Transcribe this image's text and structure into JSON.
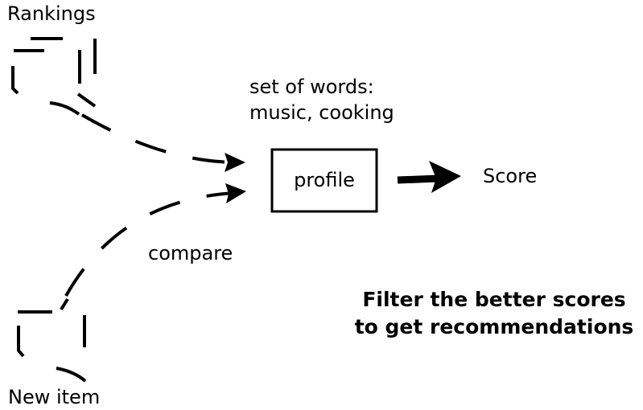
{
  "diagram": {
    "nodes": {
      "rankings": {
        "label": "Rankings"
      },
      "new_item": {
        "label": "New item"
      },
      "profile": {
        "label": "profile"
      },
      "score": {
        "label": "Score"
      }
    },
    "profile_description": {
      "line1": "set of words:",
      "line2": "music, cooking"
    },
    "edge_label": "compare",
    "conclusion": {
      "line1": "Filter the better scores",
      "line2": "to get recommendations"
    },
    "edges": [
      {
        "from": "rankings",
        "to": "profile",
        "style": "dashed"
      },
      {
        "from": "new_item",
        "to": "profile",
        "style": "dashed"
      },
      {
        "from": "profile",
        "to": "score",
        "style": "bold"
      }
    ]
  },
  "colors": {
    "ink": "#000000",
    "background": "#ffffff"
  }
}
